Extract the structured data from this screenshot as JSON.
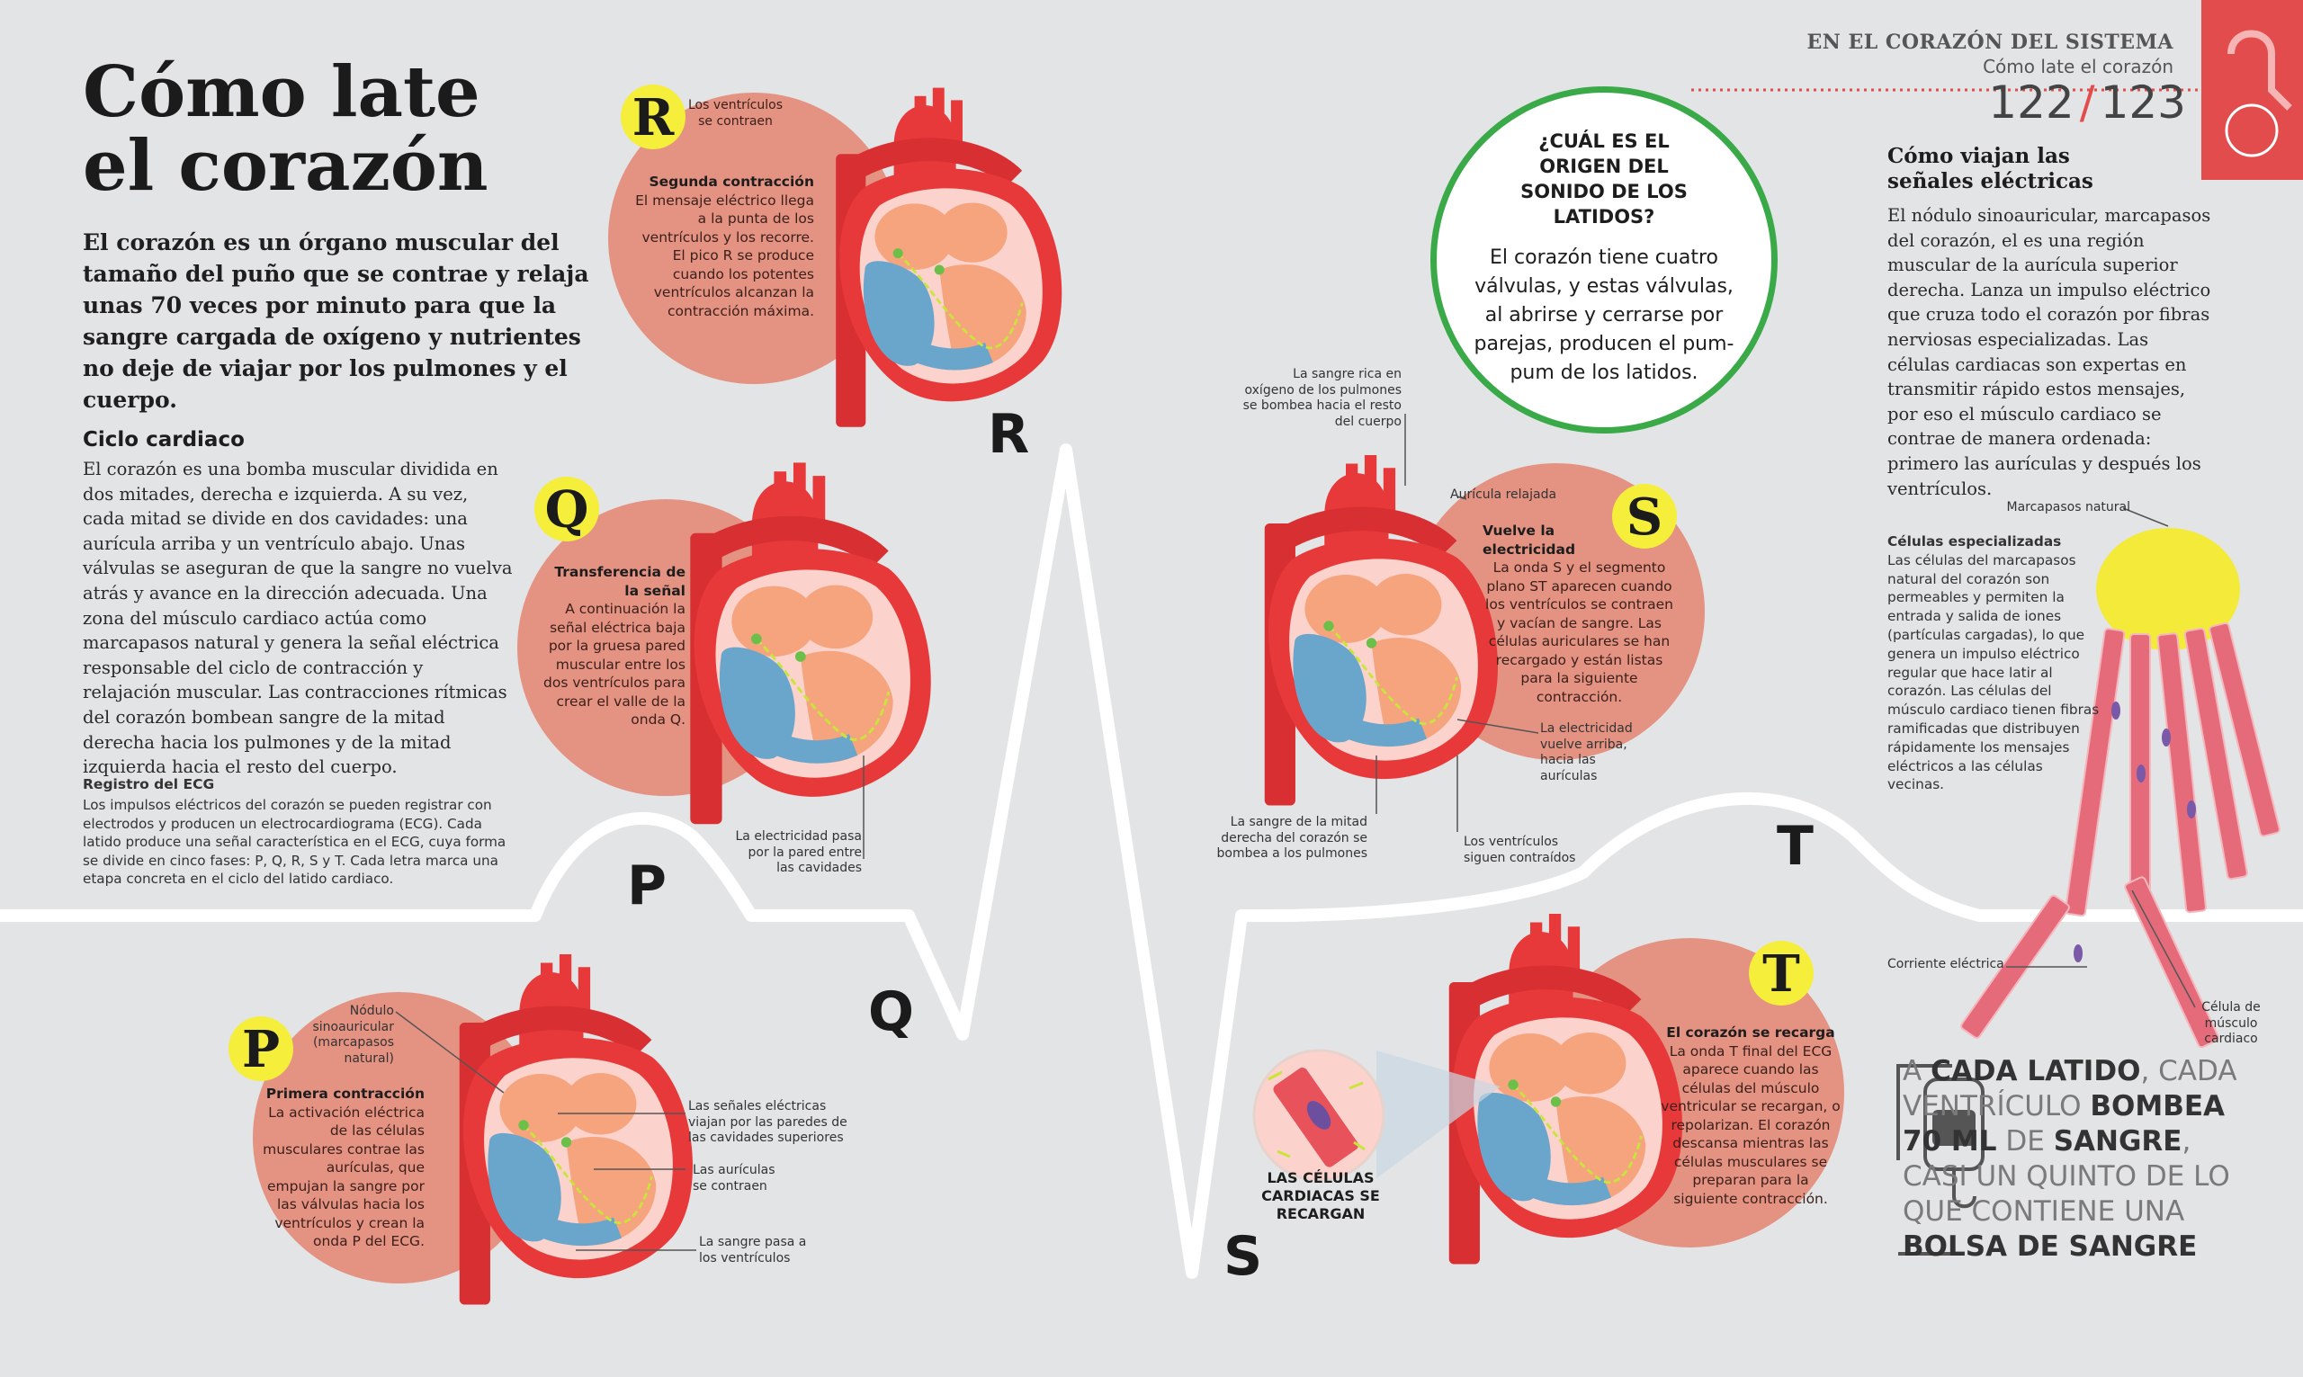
{
  "header": {
    "section": "EN EL CORAZÓN DEL SISTEMA",
    "subsection": "Cómo late el corazón",
    "page_left": "122",
    "page_sep": "/",
    "page_right": "123"
  },
  "title_line1": "Cómo late",
  "title_line2": "el corazón",
  "intro": "El corazón es un órgano muscular del tamaño del puño que se contrae y relaja unas 70 veces por minuto para que la sangre cargada de oxígeno y nutrientes no deje de viajar por los pulmones y el cuerpo.",
  "cycle": {
    "heading": "Ciclo cardiaco",
    "text": "El corazón es una bomba muscular dividida en dos mitades, derecha e izquierda. A su vez, cada mitad se divide en dos cavidades: una aurícula arriba y un ventrículo abajo. Unas válvulas se aseguran de que la sangre no vuelva atrás y avance en la dirección adecuada. Una zona del músculo cardiaco actúa como marcapasos natural y genera la señal eléctrica responsable del ciclo de contracción y relajación muscular. Las contracciones rítmicas del corazón bombean sangre de la mitad derecha hacia los pulmones y de la mitad izquierda hacia el resto del cuerpo."
  },
  "ecg": {
    "heading": "Registro del ECG",
    "text": "Los impulsos eléctricos del corazón se pueden registrar con electrodos y producen un electrocardiograma (ECG). Cada latido produce una señal característica en el ECG, cuya forma se divide en cinco fases: P, Q, R, S y T. Cada letra marca una etapa concreta en el ciclo del latido cardiaco."
  },
  "wave_letters": {
    "p": "P",
    "q": "Q",
    "r": "R",
    "s": "S",
    "t": "T"
  },
  "phases": {
    "r": {
      "badge": "R",
      "callout": "Los ventrículos se contraen",
      "heading": "Segunda contracción",
      "text": "El mensaje eléctrico llega a la punta de los ventrículos y los recorre. El pico R se produce cuando los potentes ventrículos alcanzan la contracción máxima."
    },
    "q": {
      "badge": "Q",
      "heading": "Transferencia de la señal",
      "text": "A continuación la señal eléctrica baja por la gruesa pared muscular entre los dos ventrículos para crear el valle de la onda Q.",
      "callout": "La electricidad pasa por la pared entre las cavidades"
    },
    "p": {
      "badge": "P",
      "callout_node": "Nódulo sinoauricular (marcapasos natural)",
      "heading": "Primera contracción",
      "text": "La activación eléctrica de las células musculares contrae las aurículas, que empujan la sangre por las válvulas hacia los ventrículos y crean la onda P del ECG.",
      "callout_signals": "Las señales eléctricas viajan por las paredes de las cavidades superiores",
      "callout_atria": "Las aurículas se contraen",
      "callout_blood": "La sangre pasa a los ventrículos"
    },
    "s": {
      "badge": "S",
      "callout_oxy": "La sangre rica en oxígeno de los pulmones se bombea hacia el resto del cuerpo",
      "callout_relaxed": "Aurícula relajada",
      "heading": "Vuelve la electricidad",
      "text": "La onda S y el segmento plano ST aparecen cuando los ventrículos se contraen y vacían de sangre. Las células auriculares se han recargado y están listas para la siguiente contracción.",
      "callout_up": "La electricidad vuelve arriba, hacia las aurículas",
      "callout_right": "La sangre de la mitad derecha del corazón se bombea a los pulmones",
      "callout_vent": "Los ventrículos siguen contraídos"
    },
    "t": {
      "badge": "T",
      "heading": "El corazón se recarga",
      "text": "La onda T final del ECG aparece cuando las células del músculo ventricular se recargan, o repolarizan. El corazón descansa mientras las células musculares se preparan para la siguiente contracción.",
      "zoom_label": "LAS CÉLULAS CARDIACAS SE RECARGAN"
    }
  },
  "question": {
    "title": "¿CUÁL ES EL ORIGEN DEL SONIDO DE LOS LATIDOS?",
    "text": "El corazón tiene cuatro válvulas, y estas válvulas, al abrirse y cerrarse por parejas, producen el pum-pum de los latidos."
  },
  "signals": {
    "heading": "Cómo viajan las señales eléctricas",
    "text": "El nódulo sinoauricular, marcapasos del corazón, el es una región muscular de la aurícula superior derecha. Lanza un impulso eléctrico que cruza todo el corazón por fibras nerviosas especializadas. Las células cardiacas son expertas en transmitir rápido estos mensajes, por eso el músculo cardiaco se contrae de manera ordenada: primero las aurículas y después los ventrículos."
  },
  "cells": {
    "callout_pacemaker": "Marcapasos natural",
    "heading": "Células especializadas",
    "text": "Las células del marcapasos natural del corazón son permeables y permiten la entrada y salida de iones (partículas cargadas), lo que genera un impulso eléctrico regular que hace latir al corazón. Las células del músculo cardiaco tienen fibras ramificadas que distribuyen rápidamente los mensajes eléctricos a las células vecinas.",
    "callout_current": "Corriente eléctrica",
    "callout_cell": "Célula de músculo cardiaco"
  },
  "fact": {
    "p1": "A ",
    "b1": "CADA LATIDO",
    "p2": ", CADA VENTRÍCULO ",
    "b2": "BOMBEA 70 ML",
    "p3": " DE ",
    "b3": "SANGRE",
    "p4": ", CASI UN QUINTO DE LO QUE CONTIENE UNA ",
    "b4": "BOLSA DE SANGRE"
  },
  "colors": {
    "background": "#e3e4e5",
    "phase_disc": "#e49282",
    "heart_red": "#e8393a",
    "atrium": "#f6a47e",
    "ventricle": "#6aa6cc",
    "badge": "#f5ee3b",
    "question_ring": "#3aaa48",
    "tab": "#e24c4c"
  }
}
